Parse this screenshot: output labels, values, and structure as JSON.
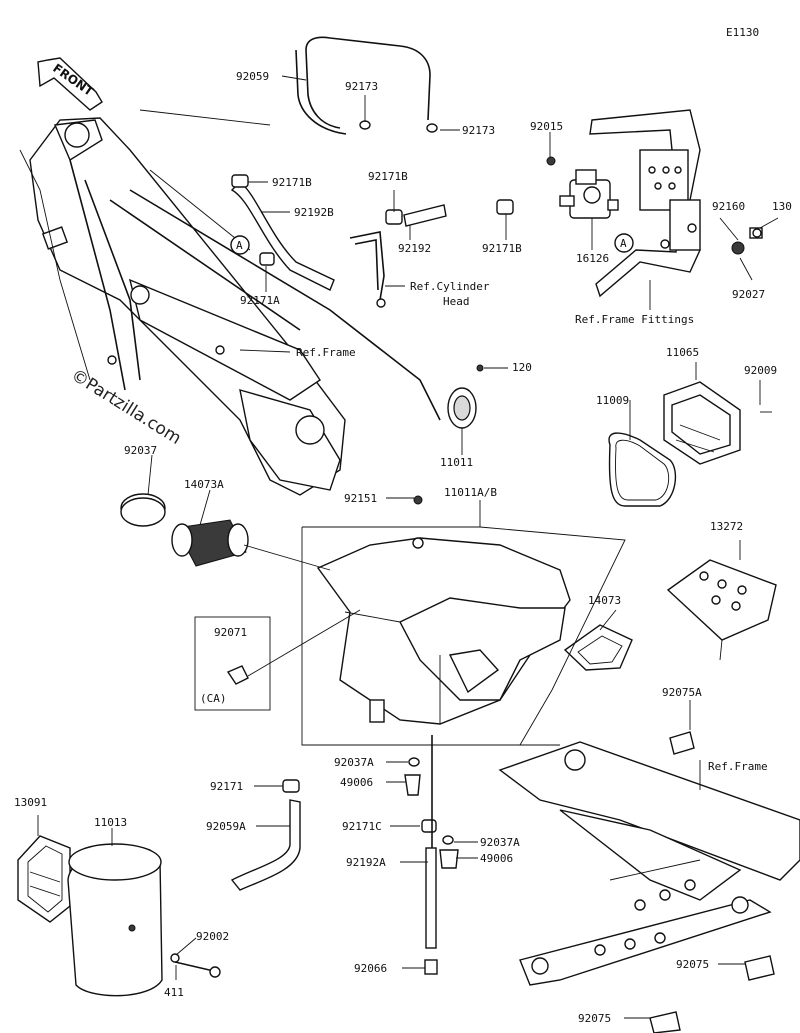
{
  "diagram_code": "E1130",
  "front_label": "FRONT",
  "watermark": "©Partzilla.com",
  "callouts": {
    "p92059": "92059",
    "p92173a": "92173",
    "p92173b": "92173",
    "p92015": "92015",
    "p92171B_a": "92171B",
    "p92192B": "92192B",
    "p92171B_b": "92171B",
    "p92192": "92192",
    "p92171B_c": "92171B",
    "p16126": "16126",
    "p92160": "92160",
    "p130": "130",
    "p92027": "92027",
    "p92171A": "92171A",
    "ref_cyl_1": "Ref.Cylinder",
    "ref_cyl_2": "Head",
    "ref_frame_fittings": "Ref.Frame Fittings",
    "ref_frame_top": "Ref.Frame",
    "p120": "120",
    "p11011": "11011",
    "p11065": "11065",
    "p92009": "92009",
    "p11009": "11009",
    "p92037": "92037",
    "p14073A": "14073A",
    "p92151": "92151",
    "p11011AB": "11011A/B",
    "p13272": "13272",
    "p14073": "14073",
    "p92071": "92071",
    "ca": "(CA)",
    "p92075A": "92075A",
    "ref_frame_bottom": "Ref.Frame",
    "p92037A_a": "92037A",
    "p49006_a": "49006",
    "p92171": "92171",
    "p92059A": "92059A",
    "p92171C": "92171C",
    "p92037A_b": "92037A",
    "p49006_b": "49006",
    "p92192A": "92192A",
    "p13091": "13091",
    "p11013": "11013",
    "p92002": "92002",
    "p411": "411",
    "p92066": "92066",
    "p92075a": "92075",
    "p92075b": "92075"
  },
  "marker_A": "A"
}
